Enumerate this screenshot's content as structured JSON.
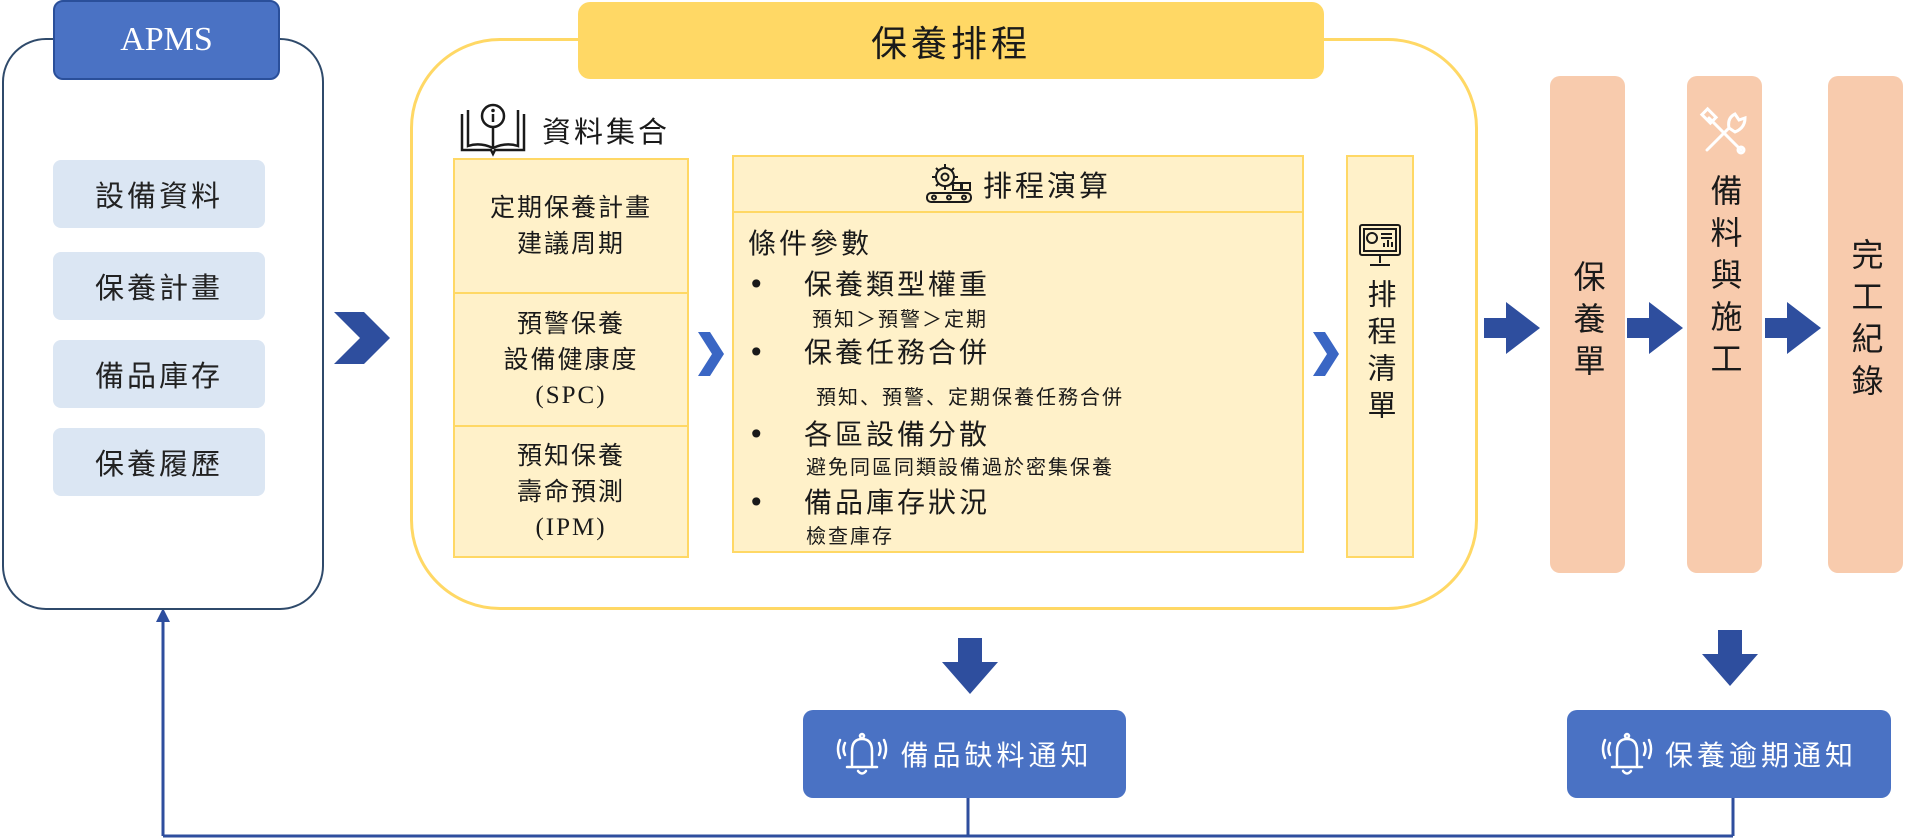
{
  "apms": {
    "title": "APMS",
    "items": [
      {
        "label": "設備資料"
      },
      {
        "label": "保養計畫"
      },
      {
        "label": "備品庫存"
      },
      {
        "label": "保養履歷"
      }
    ]
  },
  "scheduling": {
    "title": "保養排程",
    "data_collection": {
      "title": "資料集合",
      "cells": [
        {
          "line1": "定期保養計畫",
          "line2": "建議周期",
          "line3": ""
        },
        {
          "line1": "預警保養",
          "line2": "設備健康度",
          "line3": "(SPC)"
        },
        {
          "line1": "預知保養",
          "line2": "壽命預測",
          "line3": "(IPM)"
        }
      ]
    },
    "algorithm": {
      "title": "排程演算",
      "params_label": "條件參數",
      "bullets": [
        {
          "dot": "•",
          "label": "保養類型權重",
          "sub": "預知＞預警＞定期"
        },
        {
          "dot": "•",
          "label": "保養任務合併",
          "sub": "預知、預警、定期保養任務合併"
        },
        {
          "dot": "•",
          "label": "各區設備分散",
          "sub": "避免同區同類設備過於密集保養"
        },
        {
          "dot": "•",
          "label": "備品庫存狀況",
          "sub": "檢查庫存"
        }
      ]
    },
    "schedule_list": "排程清單"
  },
  "steps": [
    {
      "label": "保養單"
    },
    {
      "label": "備料與施工"
    },
    {
      "label": "完工紀錄"
    }
  ],
  "notices": {
    "shortage": "備品缺料通知",
    "overdue": "保養逾期通知"
  },
  "colors": {
    "blue": "#4a72c4",
    "arrow_blue": "#2e4e9e",
    "yellow": "#ffd865",
    "light_yellow": "#fff1c9",
    "light_blue": "#dbe6f3",
    "peach": "#f8cbad"
  },
  "icons": [
    "book-info-icon",
    "gear-conveyor-icon",
    "monitor-chart-icon",
    "tools-icon",
    "bell-icon"
  ]
}
